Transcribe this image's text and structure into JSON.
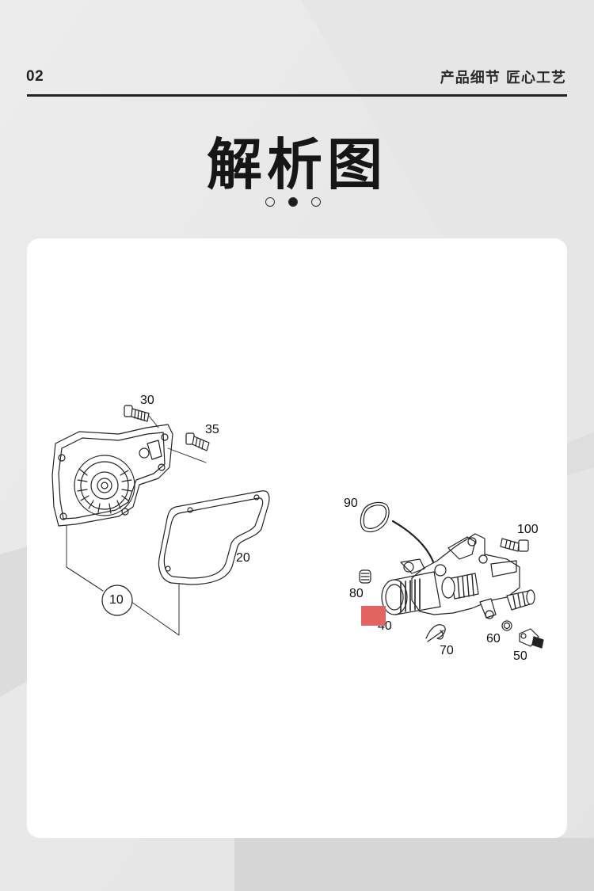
{
  "header": {
    "page_number": "02",
    "slogan": "产品细节 匠心工艺"
  },
  "title": "解析图",
  "pagination": {
    "count": 3,
    "active_index": 1
  },
  "diagram": {
    "callouts": [
      "30",
      "35",
      "20",
      "10",
      "90",
      "100",
      "80",
      "40",
      "70",
      "60",
      "50"
    ]
  },
  "colors": {
    "background": "#e9e9e9",
    "card": "#ffffff",
    "text": "#161616",
    "marker": "#e36363"
  }
}
